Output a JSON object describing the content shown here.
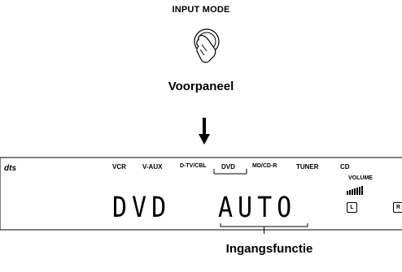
{
  "button_label": "INPUT MODE",
  "panel_caption": "Voorpaneel",
  "function_caption": "Ingangsfunctie",
  "display": {
    "logo": "dts",
    "inputs": [
      "VCR",
      "V-AUX",
      "D-TV/CBL",
      "DVD",
      "MD/CD-R",
      "TUNER",
      "CD"
    ],
    "selected_input": "DVD",
    "volume_label": "VOLUME",
    "channel_left": "L",
    "channel_right": "R",
    "source_text": "DVD",
    "mode_text": "AUTO"
  }
}
